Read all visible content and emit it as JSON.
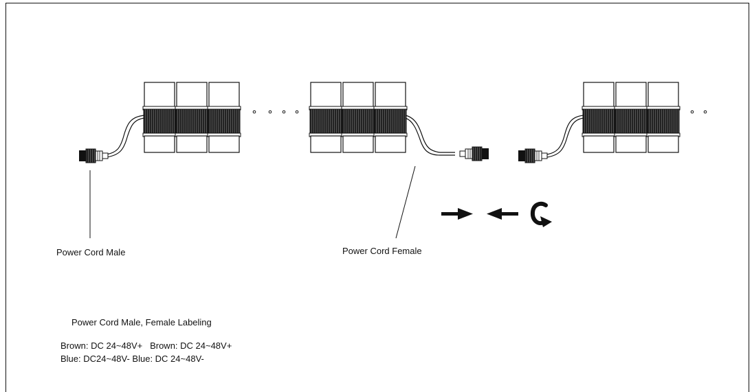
{
  "labels": {
    "power_cord_male": "Power Cord Male",
    "power_cord_female": "Power Cord Female"
  },
  "legend": {
    "title": "Power Cord Male, Female Labeling",
    "row1": "Brown: DC 24~48V+   Brown: DC 24~48V+",
    "row2": "Blue: DC24~48V- Blue: DC 24~48V-"
  },
  "symbols": {
    "arrow_right": "arrow-right-icon",
    "arrow_left": "arrow-left-icon",
    "rotate": "rotate-icon"
  },
  "colors": {
    "line": "#111111",
    "fill": "#ffffff"
  }
}
